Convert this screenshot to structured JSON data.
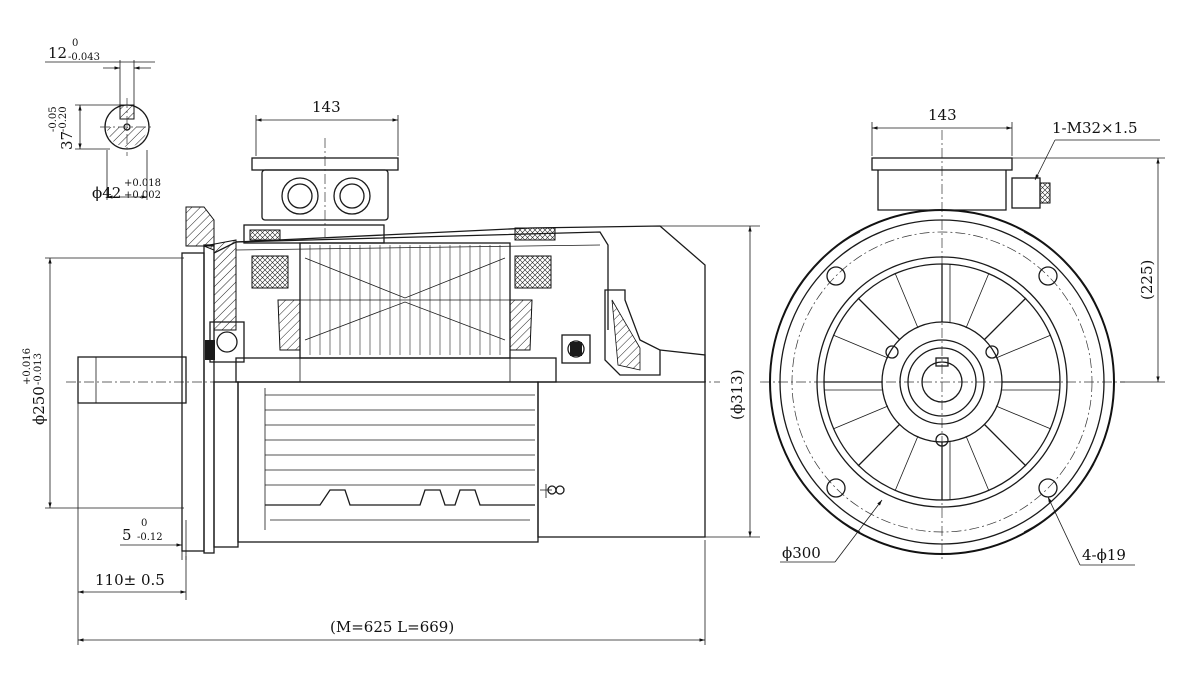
{
  "drawing": {
    "dims": {
      "key_width": "12",
      "key_width_upper": "0",
      "key_width_lower": "-0.043",
      "key_depth": "37",
      "key_depth_upper": "-0.05",
      "key_depth_lower": "-0.20",
      "shaft_dia": "ϕ42",
      "shaft_dia_upper": "+0.018",
      "shaft_dia_lower": "+0.002",
      "terminal_box_width_side": "143",
      "terminal_box_width_front": "143",
      "cable_gland": "1-M32×1.5",
      "height_to_box": "(225)",
      "spigot_dia": "ϕ250",
      "spigot_dia_upper": "+0.016",
      "spigot_dia_lower": "-0.013",
      "flange_dia": "(ϕ313)",
      "spigot_depth": "5",
      "spigot_depth_upper": "0",
      "spigot_depth_lower": "-0.12",
      "shaft_length": "110± 0.5",
      "overall_length": "(M=625  L=669)",
      "pcd": "ϕ300",
      "holes": "4-ϕ19"
    }
  }
}
